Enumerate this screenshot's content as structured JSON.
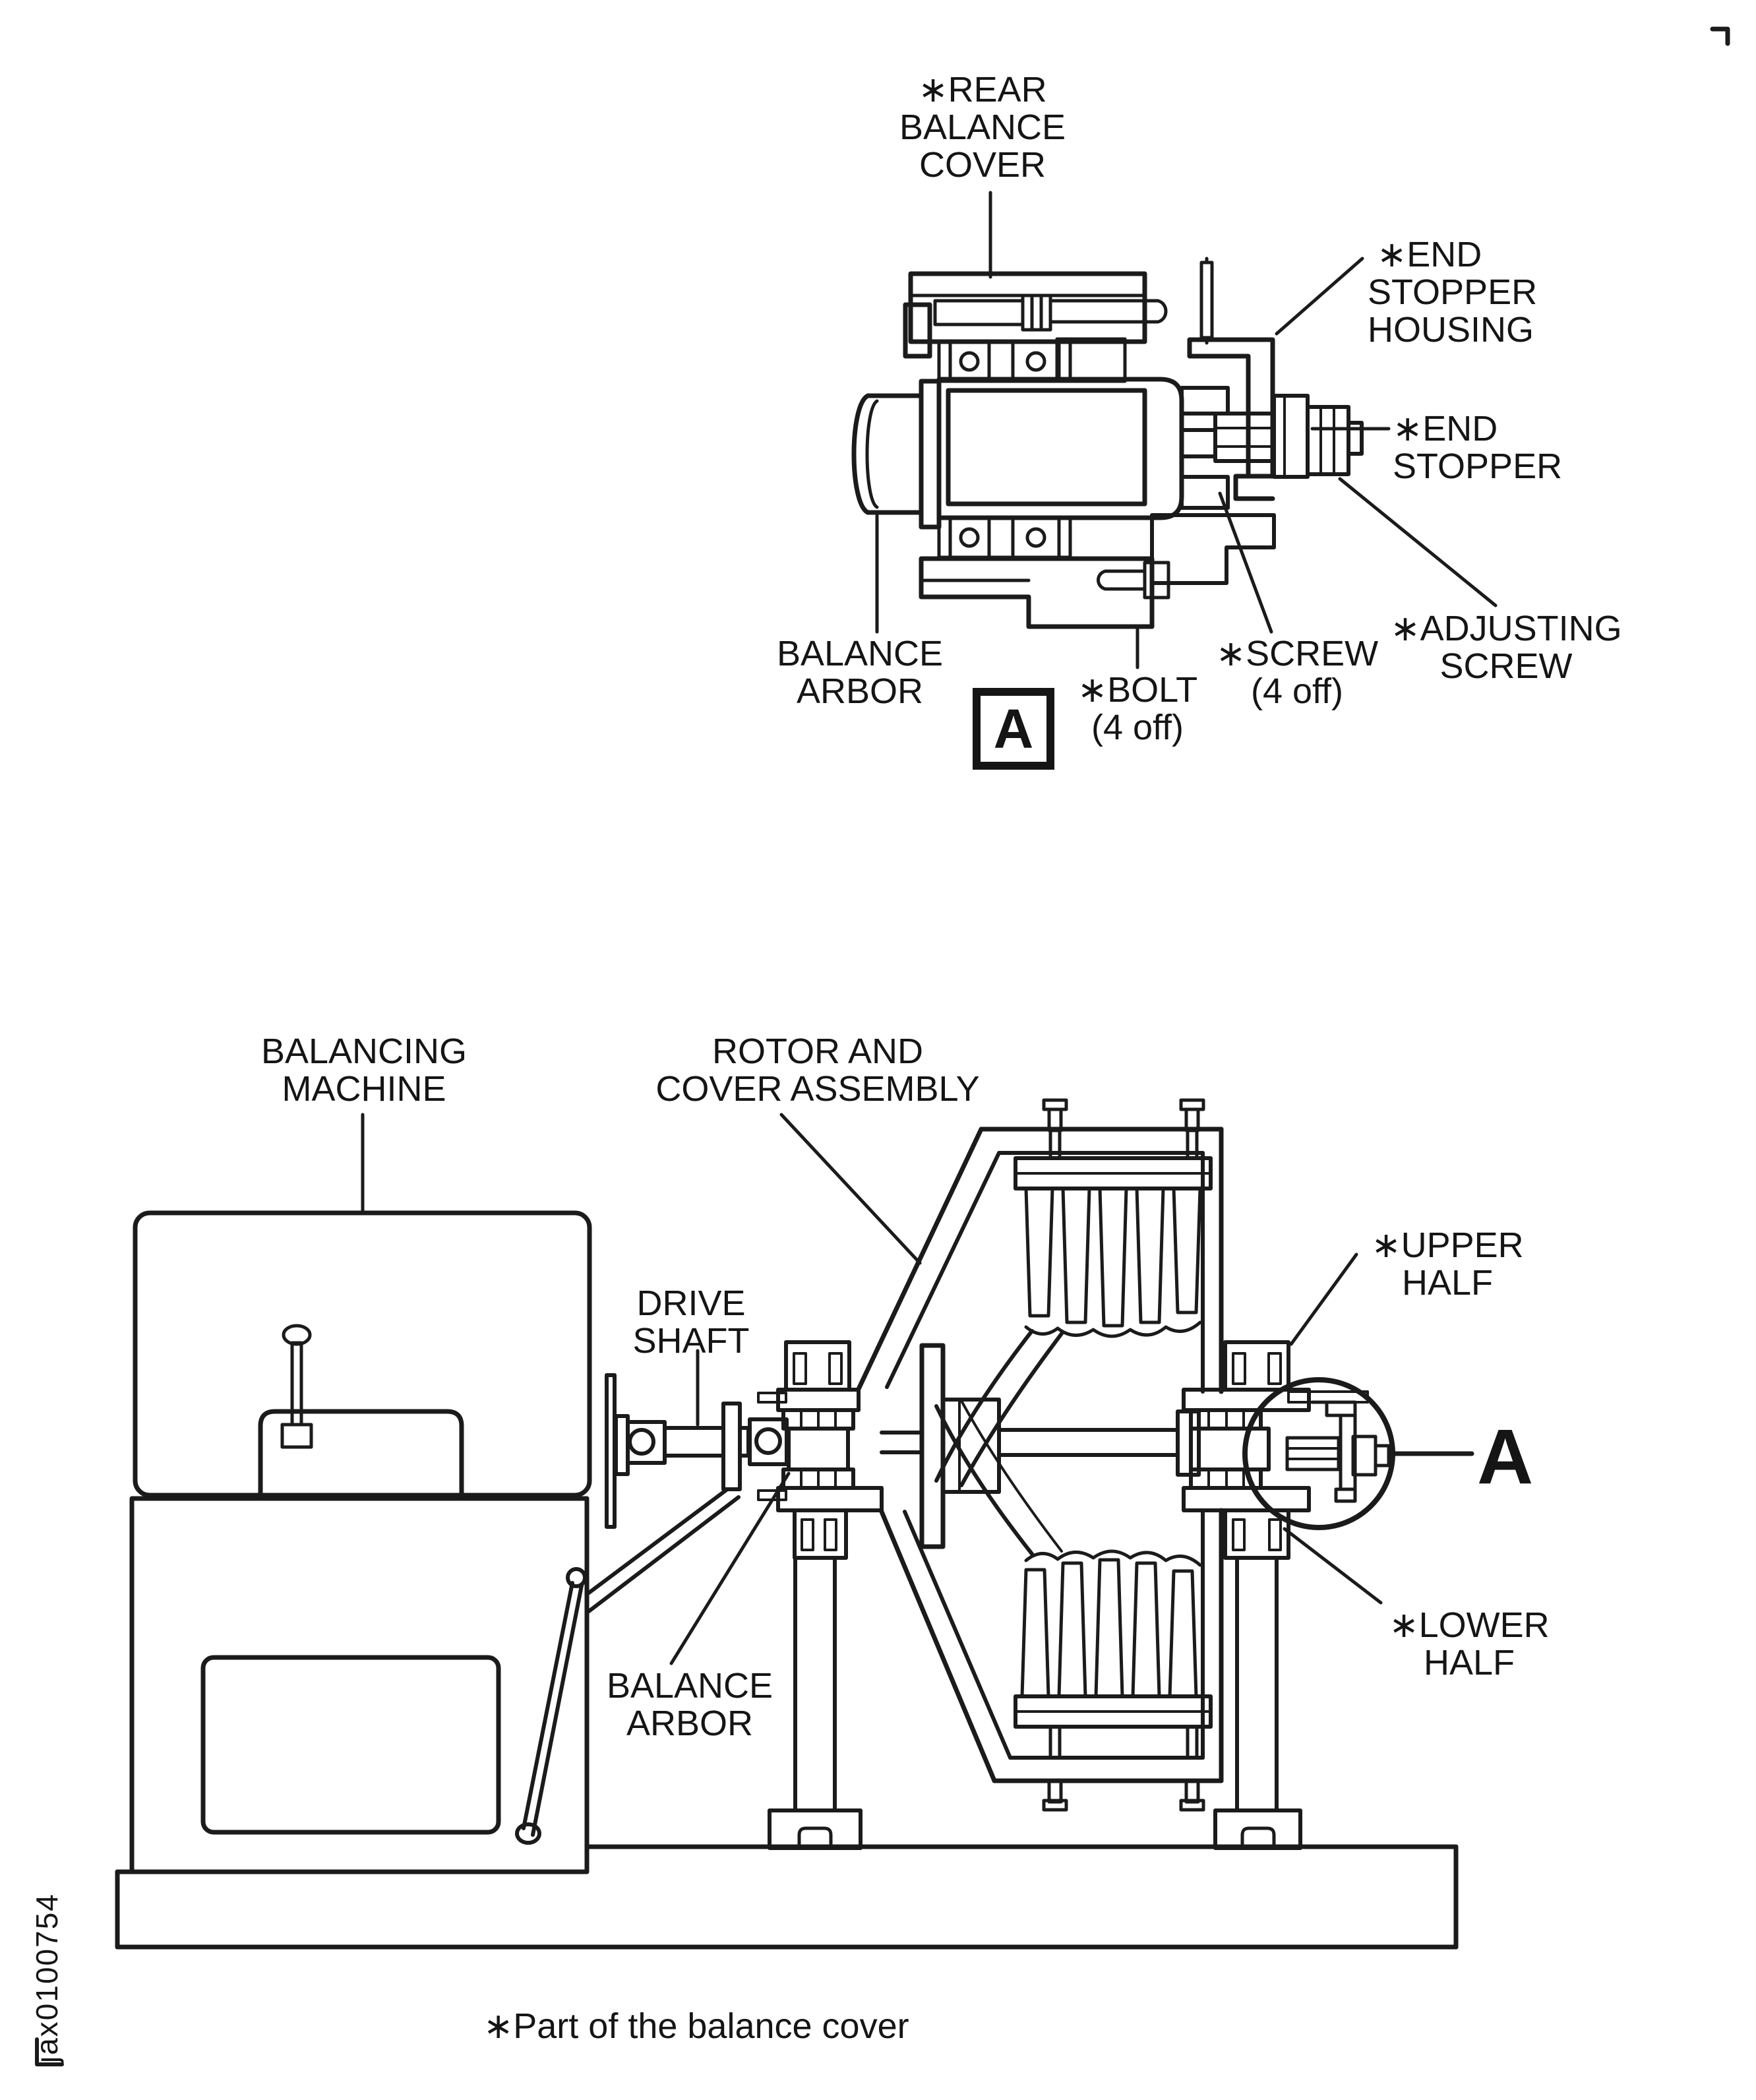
{
  "page": {
    "background": "#ffffff",
    "ink": "#1b1b1b",
    "footnote": "∗Part of the balance cover",
    "side_code": "jax0100754"
  },
  "detail_view": {
    "marker": "A",
    "labels": {
      "rear_balance_cover": {
        "lines": [
          "∗REAR",
          "BALANCE",
          "COVER"
        ]
      },
      "end_stopper_housing": {
        "lines": [
          "∗END",
          "STOPPER",
          "HOUSING"
        ]
      },
      "end_stopper": {
        "lines": [
          "∗END",
          "STOPPER"
        ]
      },
      "adjusting_screw": {
        "lines": [
          "∗ADJUSTING",
          "SCREW"
        ]
      },
      "screw": {
        "lines": [
          "∗SCREW",
          "(4 off)"
        ]
      },
      "bolt": {
        "lines": [
          "∗BOLT",
          "(4 off)"
        ]
      },
      "balance_arbor": {
        "lines": [
          "BALANCE",
          "ARBOR"
        ]
      }
    }
  },
  "machine_view": {
    "marker": "A",
    "labels": {
      "balancing_machine": {
        "lines": [
          "BALANCING",
          "MACHINE"
        ]
      },
      "rotor_cover_assembly": {
        "lines": [
          "ROTOR AND",
          "COVER ASSEMBLY"
        ]
      },
      "drive_shaft": {
        "lines": [
          "DRIVE",
          "SHAFT"
        ]
      },
      "upper_half": {
        "lines": [
          "∗UPPER",
          "HALF"
        ]
      },
      "lower_half": {
        "lines": [
          "∗LOWER",
          "HALF"
        ]
      },
      "balance_arbor": {
        "lines": [
          "BALANCE",
          "ARBOR"
        ]
      }
    }
  }
}
